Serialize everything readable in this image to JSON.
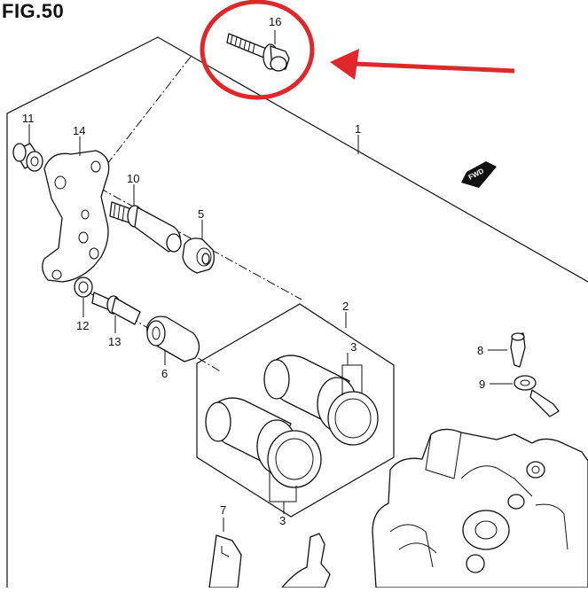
{
  "figure": {
    "title": "FIG.50"
  },
  "callouts": {
    "c1": "1",
    "c2": "2",
    "c3a": "3",
    "c3b": "3",
    "c5": "5",
    "c6": "6",
    "c7": "7",
    "c8": "8",
    "c9": "9",
    "c10": "10",
    "c11": "11",
    "c12": "12",
    "c13": "13",
    "c14": "14",
    "c16": "16"
  },
  "fwd_badge": {
    "label": "FWD"
  },
  "highlight": {
    "target_part": "16",
    "color": "#e0282b"
  }
}
